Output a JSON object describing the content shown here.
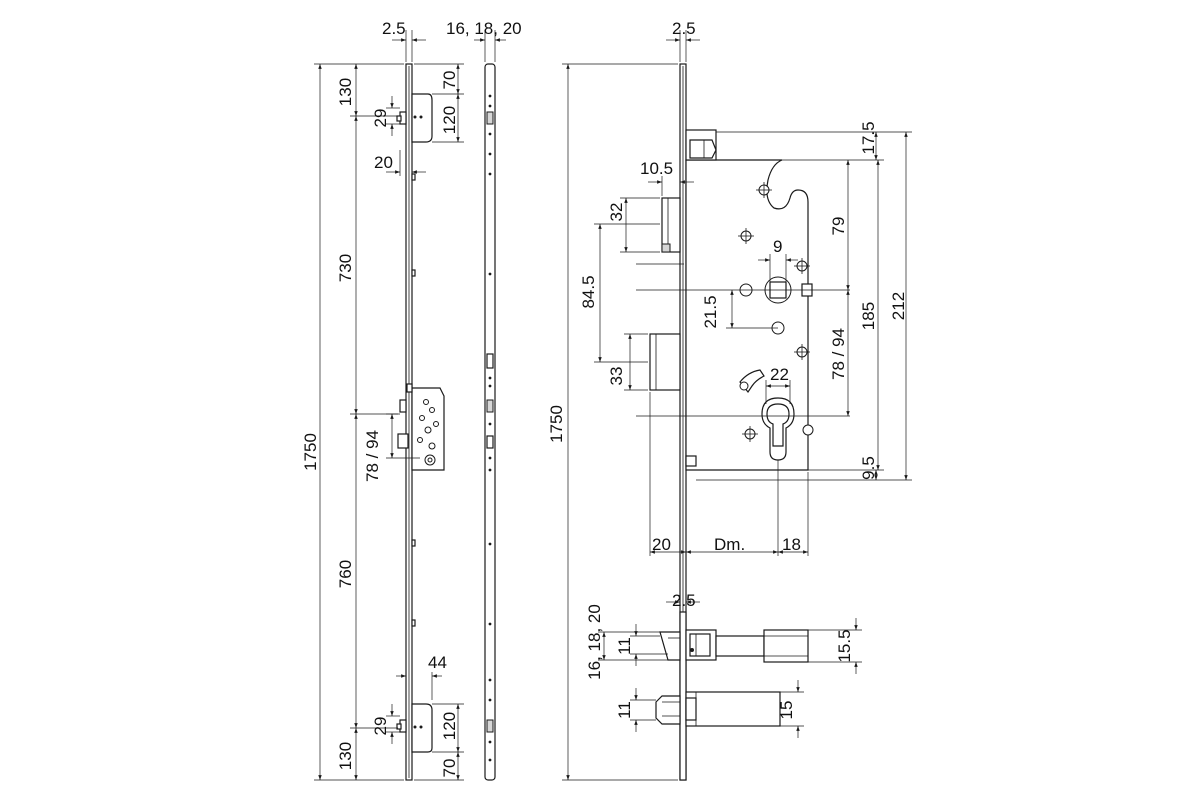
{
  "colors": {
    "line": "#1a1a1a",
    "background": "#ffffff"
  },
  "front_view": {
    "faceplate_thickness": "2.5",
    "total_length": "1750",
    "top_segment": "130",
    "upper_segment": "730",
    "lower_segment": "760",
    "bottom_segment": "130",
    "top_keeper_offset": "29",
    "bottom_keeper_offset": "29",
    "bolt_offset": "20",
    "center_distance": "78 / 94",
    "top_height_a": "70",
    "top_height_b": "120",
    "bottom_height_a": "120",
    "bottom_height_b": "70",
    "bottom_width": "44"
  },
  "side_view": {
    "faceplate_widths": "16, 18, 20"
  },
  "lock_case": {
    "faceplate_thickness": "2.5",
    "total_length": "1750",
    "latch_offset": "10.5",
    "latch_height": "32",
    "latch_to_bolt": "84.5",
    "bolt_height": "33",
    "spindle_offset": "21.5",
    "spindle_size": "9",
    "cylinder_width": "22",
    "top_offset": "17.5",
    "height_to_spindle": "79",
    "case_height": "185",
    "overall_height": "212",
    "center_distance": "78 / 94",
    "bottom_offset": "9.5",
    "faceplate_to_case": "20",
    "backset": "Dm.",
    "cylinder_to_back": "18"
  },
  "latch_detail": {
    "faceplate_thickness": "2.5",
    "faceplate_widths": "16, 18, 20",
    "latch_height": "11",
    "latch_length": "15.5"
  },
  "bolt_detail": {
    "bolt_height": "11",
    "bolt_length": "15"
  }
}
